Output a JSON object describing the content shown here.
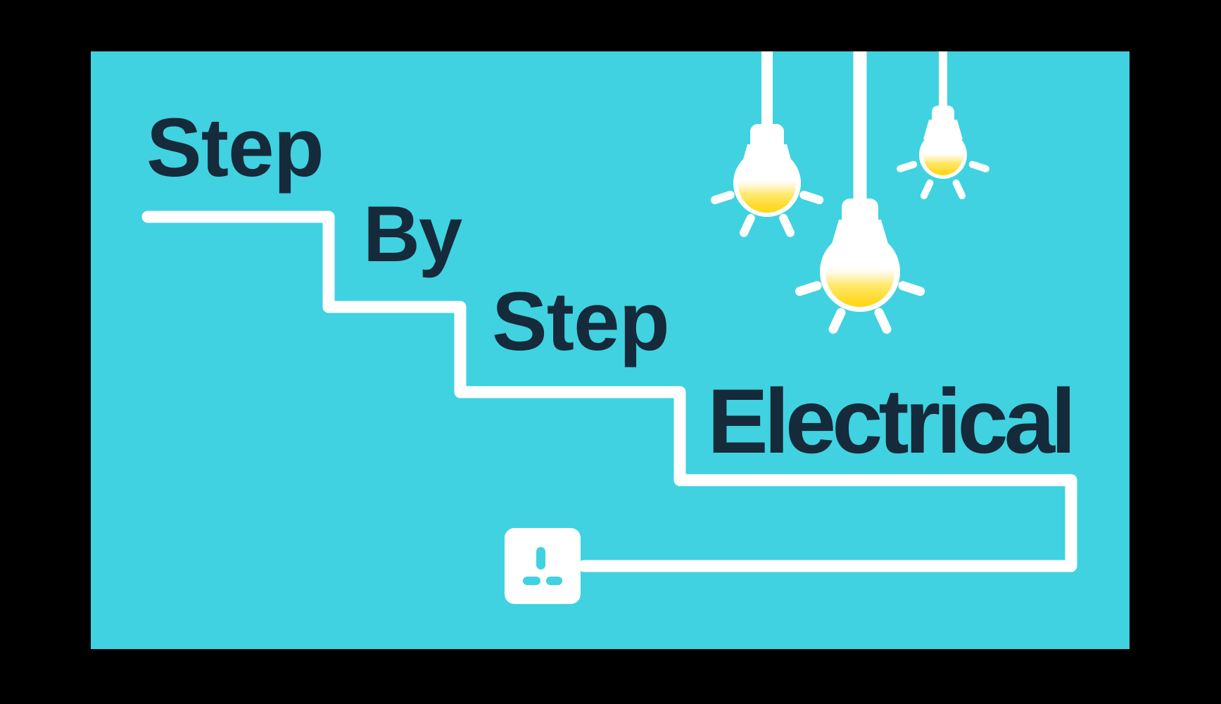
{
  "image": {
    "type": "logo-illustration",
    "title": "Step By Step Electrical"
  },
  "logo": {
    "words": [
      {
        "label": "Step"
      },
      {
        "label": "By"
      },
      {
        "label": "Step"
      },
      {
        "label": "Electrical"
      }
    ]
  },
  "colors": {
    "frame": "#000000",
    "background": "#40d2e0",
    "text": "#152a3a",
    "line_white": "#ffffff",
    "bulb_yellow": "#ffd614"
  },
  "icons": {
    "hanging_bulbs": [
      "light-bulb-icon-left",
      "light-bulb-icon-center",
      "light-bulb-icon-right"
    ],
    "socket": "power-socket-icon"
  }
}
